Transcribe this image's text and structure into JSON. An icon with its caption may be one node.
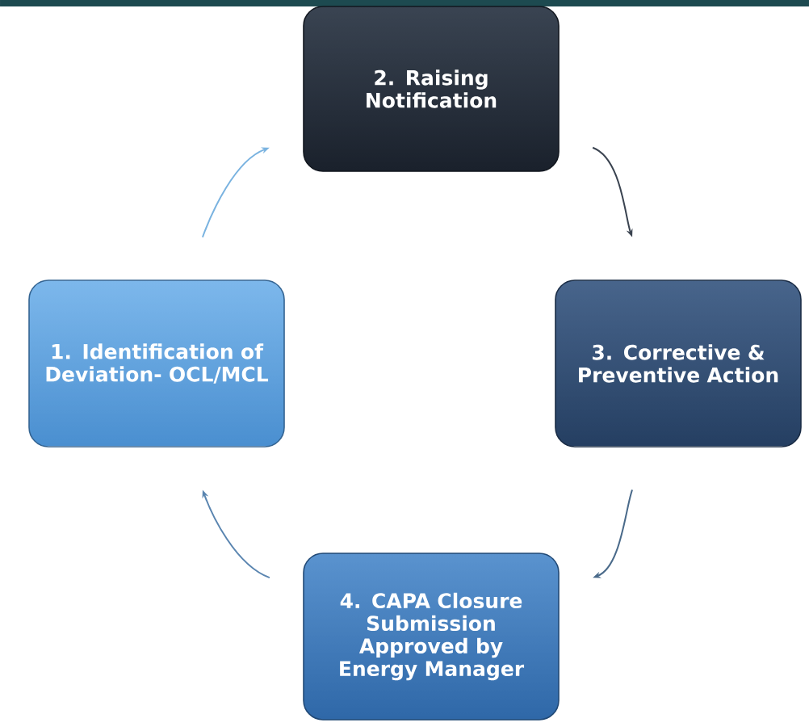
{
  "diagram": {
    "nodes": [
      {
        "text": [
          "1. Identification of Deviation- OCL/MCL"
        ]
      },
      {
        "text": [
          "2. Raising Notification"
        ]
      },
      {
        "text": [
          "3. Corrective & Preventive Action"
        ]
      },
      {
        "text": [
          "4. CAPA Closure Submission Approved by Energy Manager"
        ]
      }
    ],
    "edges": [
      {
        "from": 0,
        "to": 1,
        "arrow": "to",
        "color": "#7ab3e0"
      },
      {
        "from": 1,
        "to": 2,
        "arrow": "to",
        "color": "#3a4350"
      },
      {
        "from": 2,
        "to": 3,
        "arrow": "to",
        "color": "#4a6a8a"
      },
      {
        "from": 3,
        "to": 0,
        "arrow": "to",
        "color": "#5a85b0"
      }
    ]
  }
}
